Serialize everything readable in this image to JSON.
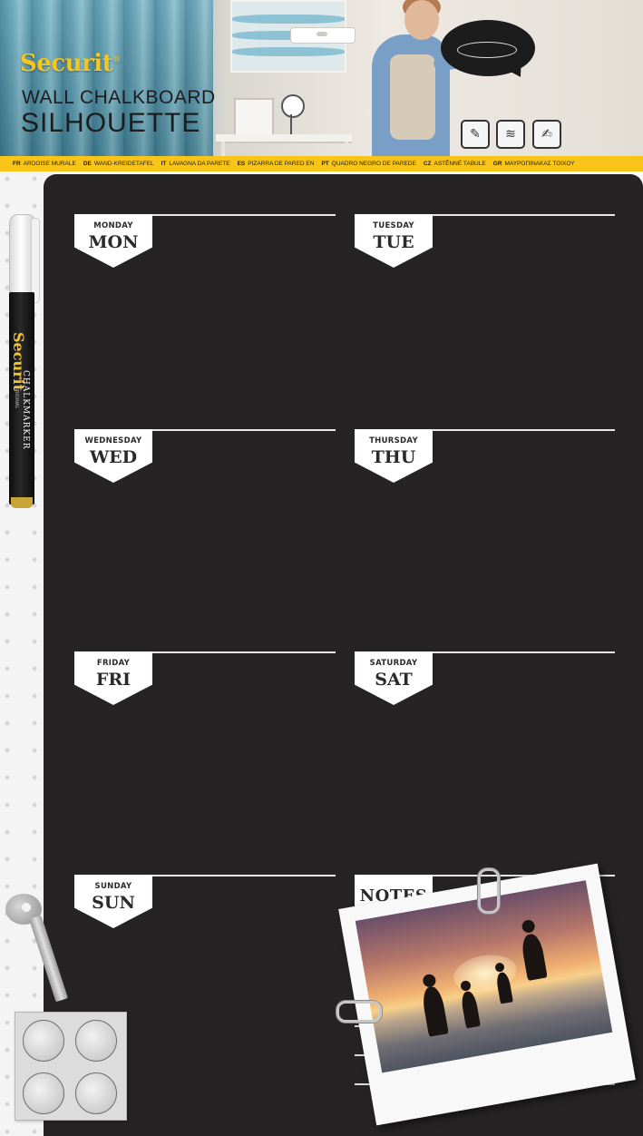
{
  "header": {
    "brand": "Securit",
    "brand_mark": "®",
    "title_line1": "WALL CHALKBOARD",
    "title_line2": "SILHOUETTE",
    "icons": [
      "wall-mount-icon",
      "wipe-clean-icon",
      "write-chalk-icon"
    ]
  },
  "languages": [
    {
      "code": "FR",
      "text": "ARDOISE MURALE"
    },
    {
      "code": "DE",
      "text": "WAND-KREIDETAFEL"
    },
    {
      "code": "IT",
      "text": "LAVAGNA DA PARETE"
    },
    {
      "code": "ES",
      "text": "PIZARRA DE PARED EN"
    },
    {
      "code": "PT",
      "text": "QUADRO NEGRO DE PAREDE"
    },
    {
      "code": "CZ",
      "text": "ASTĚNNÉ TABULE"
    },
    {
      "code": "GR",
      "text": "ΜΑΥΡΟΠΙΝΑΚΑΣ ΤΟΙΧΟΥ"
    }
  ],
  "days": {
    "mon": {
      "full": "MONDAY",
      "short": "MON"
    },
    "tue": {
      "full": "TUESDAY",
      "short": "TUE"
    },
    "wed": {
      "full": "WEDNESDAY",
      "short": "WED"
    },
    "thu": {
      "full": "THURSDAY",
      "short": "THU"
    },
    "fri": {
      "full": "FRIDAY",
      "short": "FRI"
    },
    "sat": {
      "full": "SATURDAY",
      "short": "SAT"
    },
    "sun": {
      "full": "SUNDAY",
      "short": "SUN"
    }
  },
  "notes_label": "NOTES",
  "marker": {
    "brand": "Securit",
    "product": "CHALKMARKER",
    "variant": "ORIGINAL"
  },
  "colors": {
    "board": "#252323",
    "brand_yellow": "#f8c417",
    "tag_white": "#ffffff"
  }
}
